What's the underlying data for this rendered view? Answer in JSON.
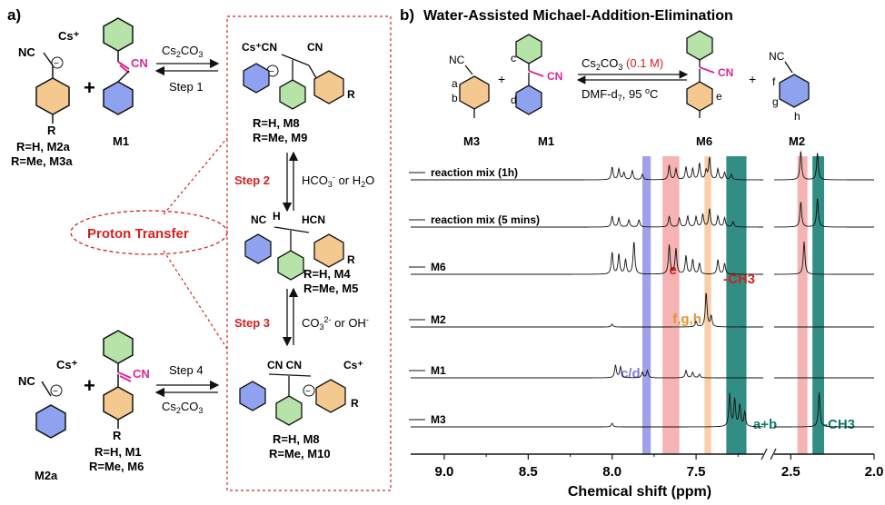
{
  "panel_a": {
    "label": "a)",
    "reagent_top": "Cs2CO3",
    "step1": "Step 1",
    "step2": "Step 2",
    "step2_reagent": "HCO3- or H2O",
    "step3": "Step 3",
    "step3_reagent": "CO32- or OH-",
    "step4": "Step 4",
    "reagent_bottom": "Cs2CO3",
    "proton_transfer": "Proton Transfer",
    "left_top_r": "R",
    "left_top_caption1": "R=H, M2a",
    "left_top_caption2": "R=Me, M3a",
    "m1": "M1",
    "m8_caption1": "R=H,   M8",
    "m8_caption2": "R=Me, M9",
    "m4_caption1": "R=H,   M4",
    "m4_caption2": "R=Me, M5",
    "m8b_caption1": "R=H,   M8",
    "m8b_caption2": "R=Me, M10",
    "m2a": "M2a",
    "bottom_left_caption1": "R=H, M1",
    "bottom_left_caption2": "R=Me, M6"
  },
  "panel_b": {
    "label": "b)",
    "title": "Water-Assisted Michael-Addition-Elimination",
    "reagent": "Cs2CO3",
    "conc": "(0.1 M)",
    "conditions": "DMF-d7, 95 oC",
    "labels": [
      "M3",
      "M1",
      "M6",
      "M2"
    ],
    "atom_labels": [
      "a",
      "b",
      "c",
      "d",
      "e",
      "f",
      "g",
      "h"
    ]
  },
  "chart_data": {
    "type": "line",
    "title": "",
    "xlabel": "Chemical shift (ppm)",
    "ylabel": "",
    "xlim": [
      9.2,
      2.0
    ],
    "axis_break": [
      2.6,
      2.6
    ],
    "xticks": [
      "9.0",
      "8.5",
      "8.0",
      "7.5",
      "2.5",
      "2.0"
    ],
    "series": [
      {
        "name": "reaction mix (1h)",
        "peaks": [
          [
            8.0,
            0.35
          ],
          [
            7.96,
            0.3
          ],
          [
            7.93,
            0.2
          ],
          [
            7.88,
            0.25
          ],
          [
            7.82,
            0.15
          ],
          [
            7.66,
            0.4
          ],
          [
            7.62,
            0.3
          ],
          [
            7.56,
            0.35
          ],
          [
            7.52,
            0.3
          ],
          [
            7.48,
            0.45
          ],
          [
            7.44,
            0.25
          ],
          [
            7.42,
            0.6
          ],
          [
            7.37,
            0.3
          ],
          [
            7.33,
            0.2
          ],
          [
            7.29,
            0.15
          ],
          [
            2.44,
            0.8
          ],
          [
            2.34,
            0.75
          ]
        ]
      },
      {
        "name": "reaction mix (5 mins)",
        "peaks": [
          [
            8.0,
            0.3
          ],
          [
            7.96,
            0.25
          ],
          [
            7.9,
            0.2
          ],
          [
            7.84,
            0.2
          ],
          [
            7.66,
            0.3
          ],
          [
            7.6,
            0.25
          ],
          [
            7.55,
            0.3
          ],
          [
            7.5,
            0.28
          ],
          [
            7.46,
            0.35
          ],
          [
            7.42,
            0.5
          ],
          [
            7.37,
            0.3
          ],
          [
            7.33,
            0.25
          ],
          [
            7.28,
            0.15
          ],
          [
            2.44,
            0.7
          ],
          [
            2.34,
            0.8
          ]
        ]
      },
      {
        "name": "M6",
        "peaks": [
          [
            8.0,
            0.6
          ],
          [
            7.96,
            0.55
          ],
          [
            7.92,
            0.4
          ],
          [
            7.87,
            0.9
          ],
          [
            7.66,
            0.8
          ],
          [
            7.62,
            0.7
          ],
          [
            7.56,
            0.5
          ],
          [
            7.52,
            0.4
          ],
          [
            7.48,
            0.3
          ],
          [
            7.37,
            0.4
          ],
          [
            7.33,
            0.3
          ],
          [
            2.42,
            0.9
          ]
        ]
      },
      {
        "name": "M2",
        "peaks": [
          [
            8.0,
            0.08
          ],
          [
            7.5,
            0.15
          ],
          [
            7.44,
            0.95
          ],
          [
            7.41,
            0.3
          ]
        ]
      },
      {
        "name": "M1",
        "peaks": [
          [
            7.98,
            0.35
          ],
          [
            7.95,
            0.3
          ],
          [
            7.82,
            0.15
          ],
          [
            7.79,
            0.2
          ],
          [
            7.56,
            0.2
          ],
          [
            7.52,
            0.15
          ],
          [
            7.48,
            0.1
          ]
        ]
      },
      {
        "name": "M3",
        "peaks": [
          [
            8.0,
            0.1
          ],
          [
            7.3,
            0.9
          ],
          [
            7.27,
            0.75
          ],
          [
            7.24,
            0.6
          ],
          [
            7.21,
            0.4
          ],
          [
            2.33,
            0.95
          ]
        ]
      }
    ],
    "highlights": [
      {
        "label": "c/d",
        "range": [
          7.82,
          7.77
        ],
        "color": "#8f8fe8"
      },
      {
        "label": "e",
        "range": [
          7.7,
          7.6
        ],
        "color": "#f4a6a6"
      },
      {
        "label": "f,g,h",
        "range": [
          7.45,
          7.41
        ],
        "color": "#f7c79a"
      },
      {
        "label": "a+b",
        "range": [
          7.32,
          7.2
        ],
        "color": "#0e7a6e"
      },
      {
        "label": "-CH3",
        "range": [
          2.46,
          2.4
        ],
        "color": "#f4a6a6"
      },
      {
        "label": "-CH3",
        "range": [
          2.37,
          2.3
        ],
        "color": "#0e7a6e"
      }
    ]
  }
}
